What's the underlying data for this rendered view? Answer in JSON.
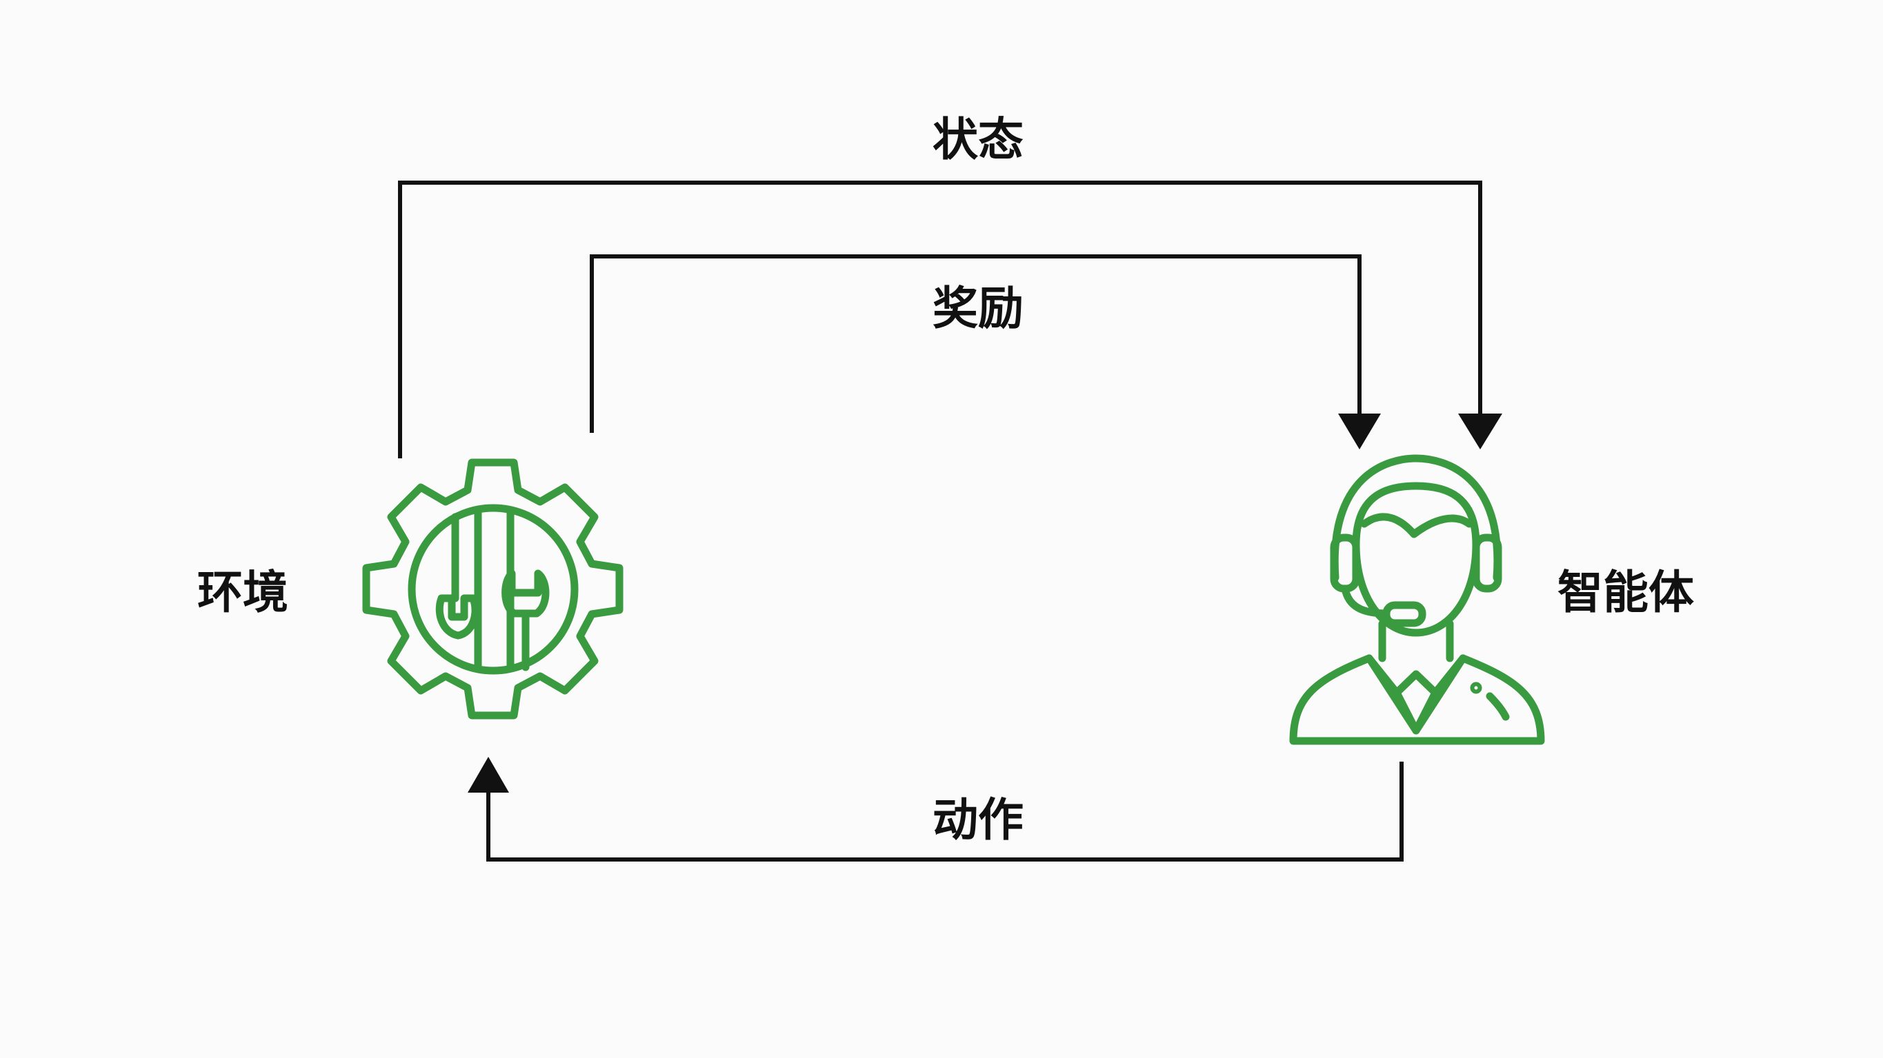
{
  "labels": {
    "state": "状态",
    "reward": "奖励",
    "action": "动作",
    "environment": "环境",
    "agent": "智能体"
  },
  "icons": {
    "environment": "gear-wrench-icon",
    "agent": "headset-person-icon"
  },
  "colors": {
    "background": "#fafbfa",
    "arrow": "#111111",
    "icon": "#3a9a3f",
    "text": "#111111"
  }
}
